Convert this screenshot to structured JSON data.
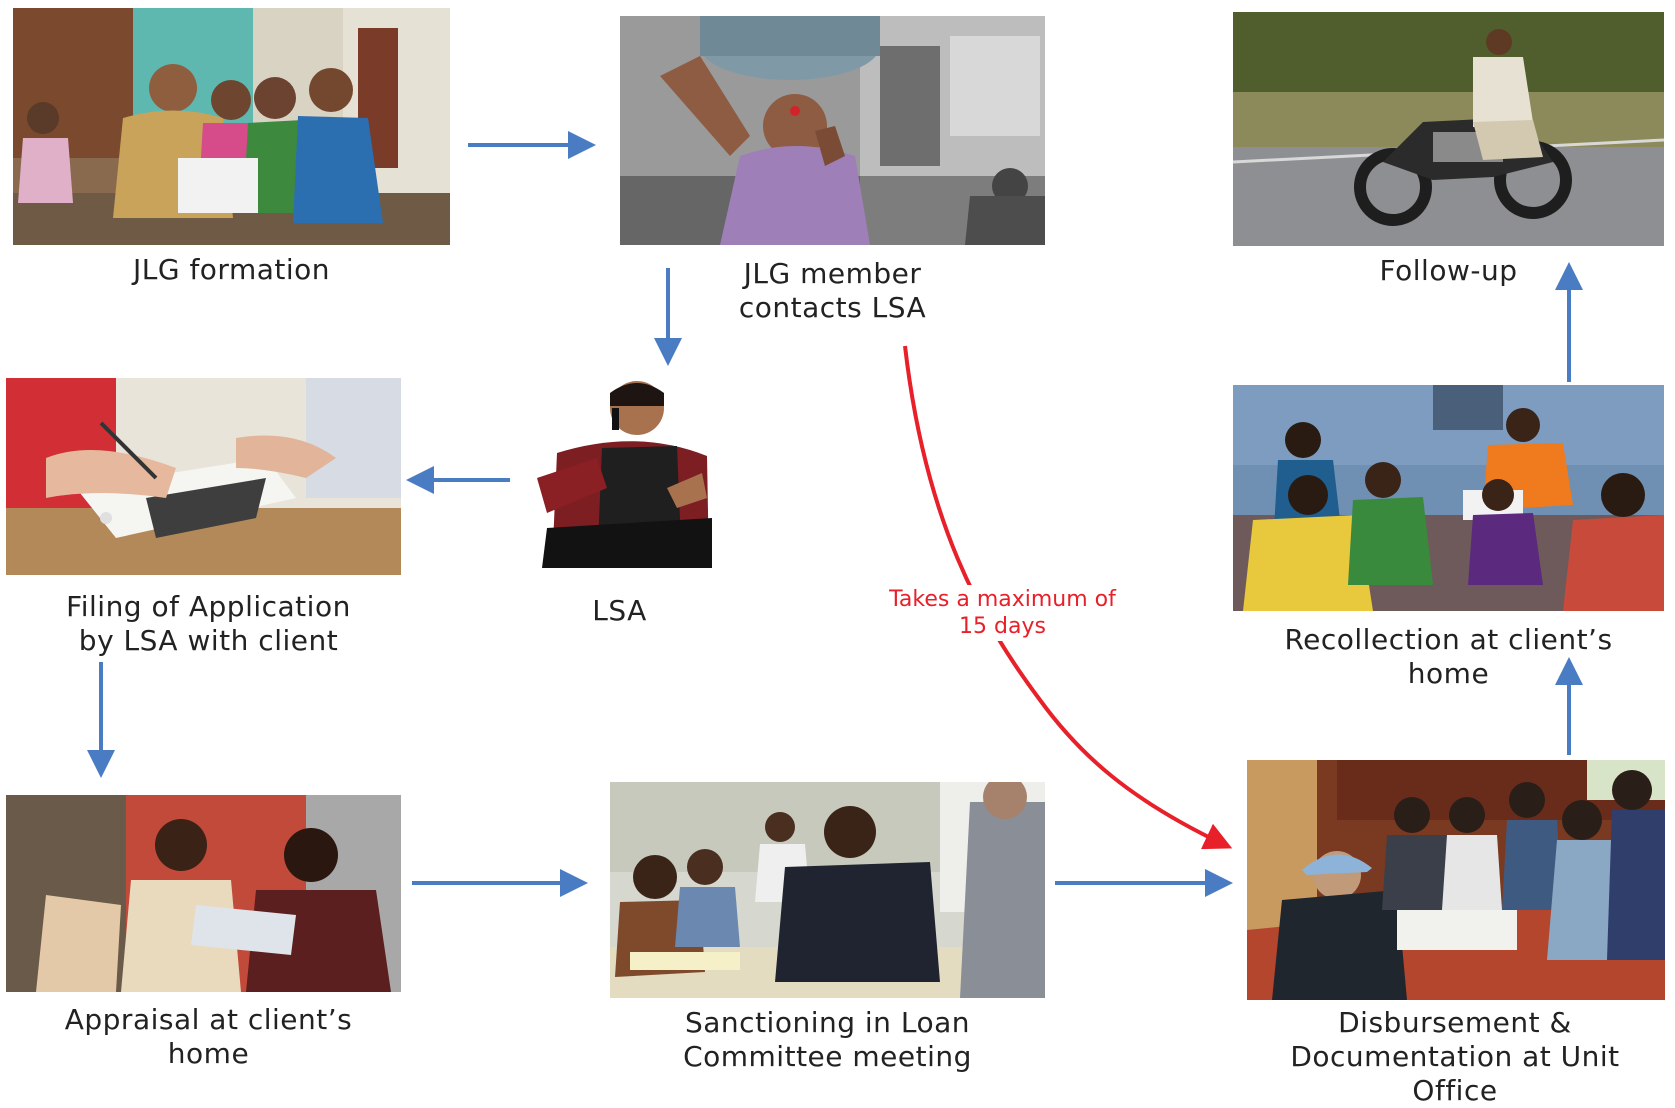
{
  "steps": {
    "jlg_formation": "JLG formation",
    "member_contacts_line1": "JLG member",
    "member_contacts_line2": "contacts LSA",
    "lsa": "LSA",
    "filing_line1": "Filing of Application",
    "filing_line2": "by LSA with client",
    "appraisal_line1": "Appraisal at client’s",
    "appraisal_line2": "home",
    "sanction_line1": "Sanctioning in Loan",
    "sanction_line2": "Committee meeting",
    "disbursement_line1": "Disbursement &",
    "disbursement_line2": "Documentation at Unit",
    "disbursement_line3": "Office",
    "recollection_line1": "Recollection at client’s",
    "recollection_line2": "home",
    "followup": "Follow-up"
  },
  "note": {
    "line1": "Takes a maximum of",
    "line2": "15 days"
  },
  "colors": {
    "arrow_blue": "#4a7cc4",
    "arrow_red": "#e8202a",
    "caption": "#222222"
  }
}
